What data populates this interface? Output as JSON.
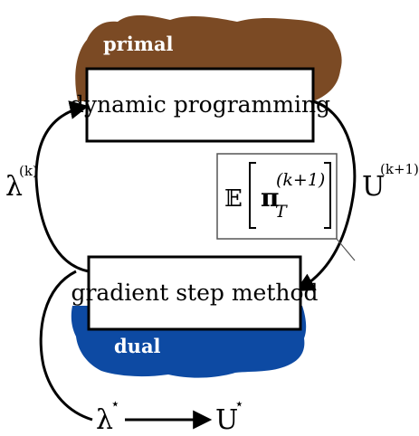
{
  "colors": {
    "primal_region": "#7b4a24",
    "dual_region": "#0d4aa3",
    "stroke": "#000000",
    "label_on_region": "#ffffff"
  },
  "regions": {
    "primal": "primal",
    "dual": "dual"
  },
  "boxes": {
    "top": "dynamic programming",
    "bottom": "gradient step method"
  },
  "labels": {
    "lambda_k": {
      "base": "λ",
      "sup": "(k)"
    },
    "u_k1": {
      "base": "U",
      "sup": "(k+1)"
    },
    "lambda_star": {
      "base": "λ",
      "sup": "⋆"
    },
    "u_star": {
      "base": "U",
      "sup": "⋆"
    },
    "expectation": {
      "operator": "𝔼",
      "pi": "π",
      "subscript": "T",
      "superscript": "(k+1)"
    }
  }
}
